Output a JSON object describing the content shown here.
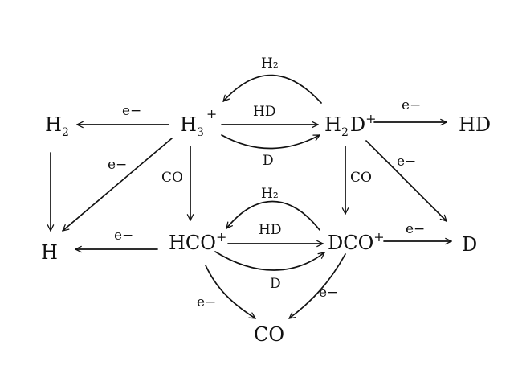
{
  "nodes": {
    "h2": {
      "base": "H",
      "sub": "2",
      "sup": ""
    },
    "h3p": {
      "base": "H",
      "sub": "3",
      "sup": "+"
    },
    "h2dp": {
      "base": "H",
      "sub": "2",
      "sup": "",
      "tail": "D",
      "tail_sup": "+"
    },
    "hd": {
      "base": "HD"
    },
    "h": {
      "base": "H"
    },
    "hcop": {
      "base": "HCO",
      "sup": "+"
    },
    "dcop": {
      "base": "DCO",
      "sup": "+"
    },
    "d": {
      "base": "D"
    },
    "co": {
      "base": "CO"
    }
  },
  "labels": {
    "e_h3_h2": "e−",
    "h2_top": "H₂",
    "hd_top": "HD",
    "d_top": "D",
    "e_h2d_hd": "e−",
    "e_h3_h": "e−",
    "co_left": "CO",
    "co_right": "CO",
    "e_h2d_d": "e−",
    "h2_mid": "H₂",
    "hd_mid": "HD",
    "d_mid": "D",
    "e_hco_h": "e−",
    "e_dco_d": "e−",
    "e_hco_co": "e−",
    "e_dco_co": "e−"
  },
  "colors": {
    "ink": "#111111",
    "background": "#ffffff"
  }
}
